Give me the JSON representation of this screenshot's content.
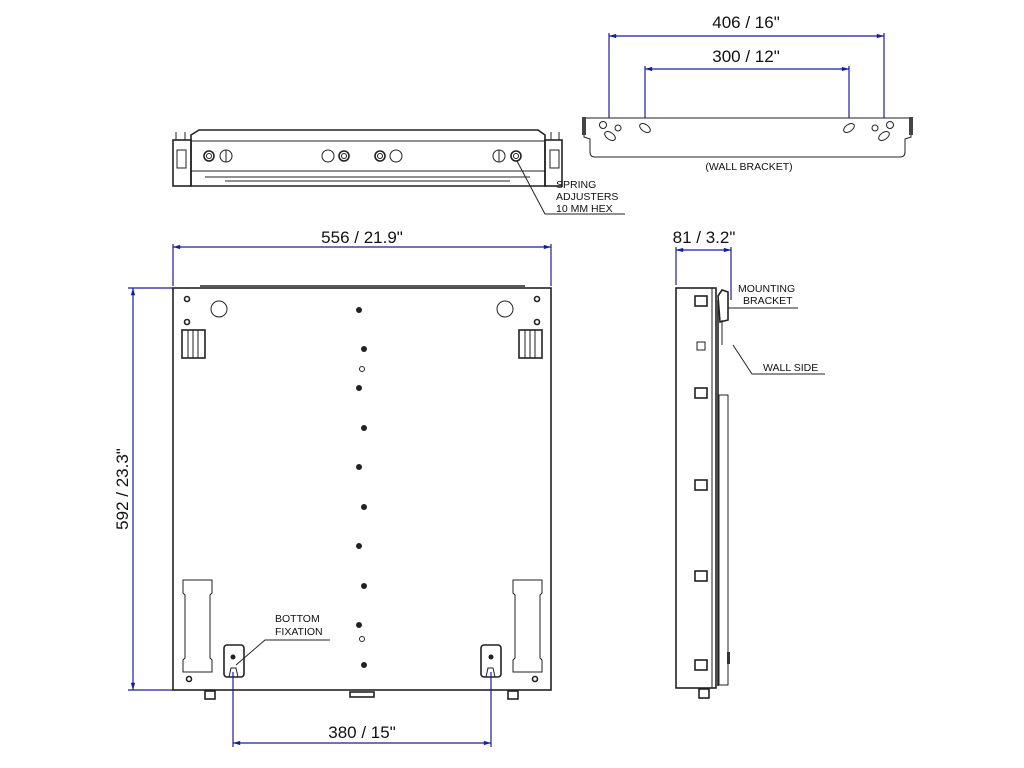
{
  "drawing": {
    "title": "Wall mount technical drawing",
    "dimension_color": "#1a1aa8",
    "line_color": "#222222",
    "background": "#ffffff"
  },
  "wall_bracket": {
    "outer_dimension": "406 / 16\"",
    "inner_dimension": "300 / 12\"",
    "label": "(WALL BRACKET)"
  },
  "top_view": {
    "callout_line1": "SPRING",
    "callout_line2": "ADJUSTERS",
    "callout_line3": "10 MM HEX"
  },
  "front_view": {
    "width_dimension": "556 / 21.9\"",
    "height_dimension": "592 / 23.3\"",
    "bottom_dimension": "380 / 15\"",
    "callout_line1": "BOTTOM",
    "callout_line2": "FIXATION"
  },
  "side_view": {
    "depth_dimension": "81 / 3.2\"",
    "callout_bracket_line1": "MOUNTING",
    "callout_bracket_line2": "BRACKET",
    "callout_wall": "WALL SIDE"
  }
}
